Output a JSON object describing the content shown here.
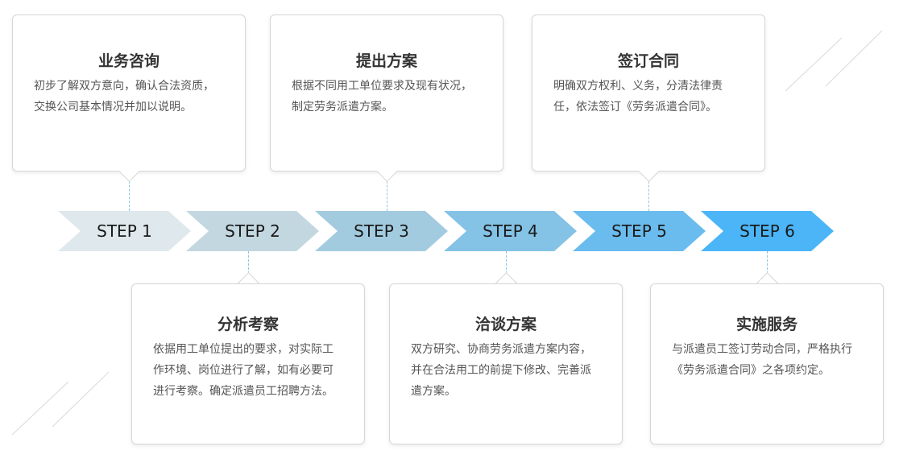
{
  "steps": [
    {
      "label": "STEP 1",
      "color": "#dfe8ec"
    },
    {
      "label": "STEP 2",
      "color": "#c3d7e0"
    },
    {
      "label": "STEP 3",
      "color": "#a3cbe0"
    },
    {
      "label": "STEP 4",
      "color": "#84c2e6"
    },
    {
      "label": "STEP 5",
      "color": "#6bbcee"
    },
    {
      "label": "STEP 6",
      "color": "#4bb5f7"
    }
  ],
  "cards": {
    "consult": {
      "title": "业务咨询",
      "desc": "初步了解双方意向，确认合法资质，交换公司基本情况并加以说明。"
    },
    "propose": {
      "title": "提出方案",
      "desc": "根据不同用工单位要求及现有状况，制定劳务派遣方案。"
    },
    "sign": {
      "title": "签订合同",
      "desc": "明确双方权利、义务，分清法律责任，依法签订《劳务派遣合同》。"
    },
    "analyze": {
      "title": "分析考察",
      "desc": "依据用工单位提出的要求，对实际工作环境、岗位进行了解，如有必要可进行考察。确定派遣员工招聘方法。"
    },
    "negotiate": {
      "title": "洽谈方案",
      "desc": "双方研究、协商劳务派遣方案内容，并在合法用工的前提下修改、完善派遣方案。"
    },
    "service": {
      "title": "实施服务",
      "desc": "与派遣员工签订劳动合同，严格执行《劳务派遣合同》之各项约定。"
    }
  },
  "colors": {
    "connector": "#8cc4e6",
    "card_border": "#d6d6d6",
    "deco_line": "#d9d9d9"
  }
}
